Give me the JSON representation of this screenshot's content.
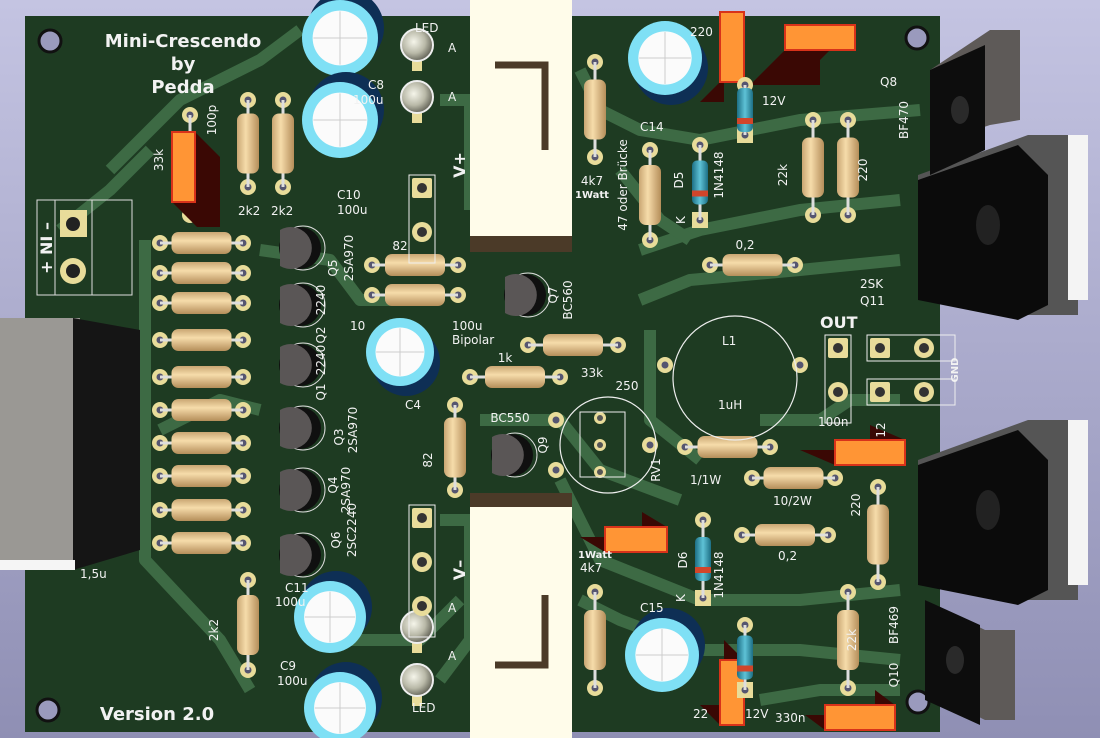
{
  "board": {
    "title_line1": "Mini-Crescendo",
    "title_line2": "by",
    "title_line3": "Pedda",
    "version": "Version 2.0",
    "colors": {
      "board": "#1e3b22",
      "trace": "#3d6a44",
      "pad": "#e8dc9a",
      "silk": "#f2f2f2",
      "background": "#b4b4d4"
    }
  },
  "labels": {
    "input_connector": "+ NI –",
    "c8": "C8",
    "c8_val": "100u",
    "c10": "C10",
    "c10_val": "100u",
    "c4": "C4",
    "c4_val_a": "100u",
    "c4_val_b": "Bipolar",
    "c4_prefix": "10",
    "c11": "C11",
    "c11_val": "100u",
    "c9": "C9",
    "c9_val": "100u",
    "c14": "C14",
    "c15": "C15",
    "led_top": "LED",
    "led_bottom": "LED",
    "anode": "A",
    "vplus": "V+",
    "vminus": "V–",
    "r_100p": "100p",
    "r_33k": "33k",
    "r_2k2_a": "2k2",
    "r_2k2_b": "2k2",
    "r_2k2_c": "2k2",
    "r_82_top": "82",
    "r_82_mid": "82",
    "r_1k": "1k",
    "r_33k_b": "33k",
    "r_250": "250",
    "q5": "Q5",
    "q5_type": "2SA970",
    "q2": "Q2",
    "q2_type": "2240",
    "q1": "Q1",
    "q1_type": "2240",
    "q3": "Q3",
    "q3_type": "2SA970",
    "q4": "Q4",
    "q4_type": "2SA970",
    "q6": "Q6",
    "q6_type": "2SC2240",
    "q7": "Q7",
    "q7_type": "BC560",
    "q9": "Q9",
    "q9_type": "BC550",
    "l_left": "1,5u",
    "r_4k7_top": "4k7",
    "watt_top": "1Watt",
    "r_47": "47 oder Brücke",
    "d5": "D5",
    "d5_type": "1N4148",
    "k": "K",
    "d6": "D6",
    "d6_type": "1N4148",
    "z_12v": "12V",
    "r_220_top": "220",
    "r_22k_top": "22k",
    "r_220_b": "220",
    "q8": "Q8",
    "q8_type": "BF470",
    "r_02_top": "0,2",
    "q11": "Q11",
    "q11_type": "2SK",
    "out": "OUT",
    "gnd": "GND",
    "l1": "L1",
    "l1_val": "1uH",
    "c_100n": "100n",
    "q12": "12",
    "rv1": "RV1",
    "r_1_1w": "1/1W",
    "r_10_2w": "10/2W",
    "r_02_bot": "0,2",
    "r_220_c": "220",
    "watt_bot": "1Watt",
    "r_4k7_bot": "4k7",
    "r_22k_bot": "22k",
    "q10": "Q10",
    "q10_type": "BF469",
    "c_330n": "330n",
    "z_12v_bot": "12V",
    "r_220_bot": "22"
  }
}
